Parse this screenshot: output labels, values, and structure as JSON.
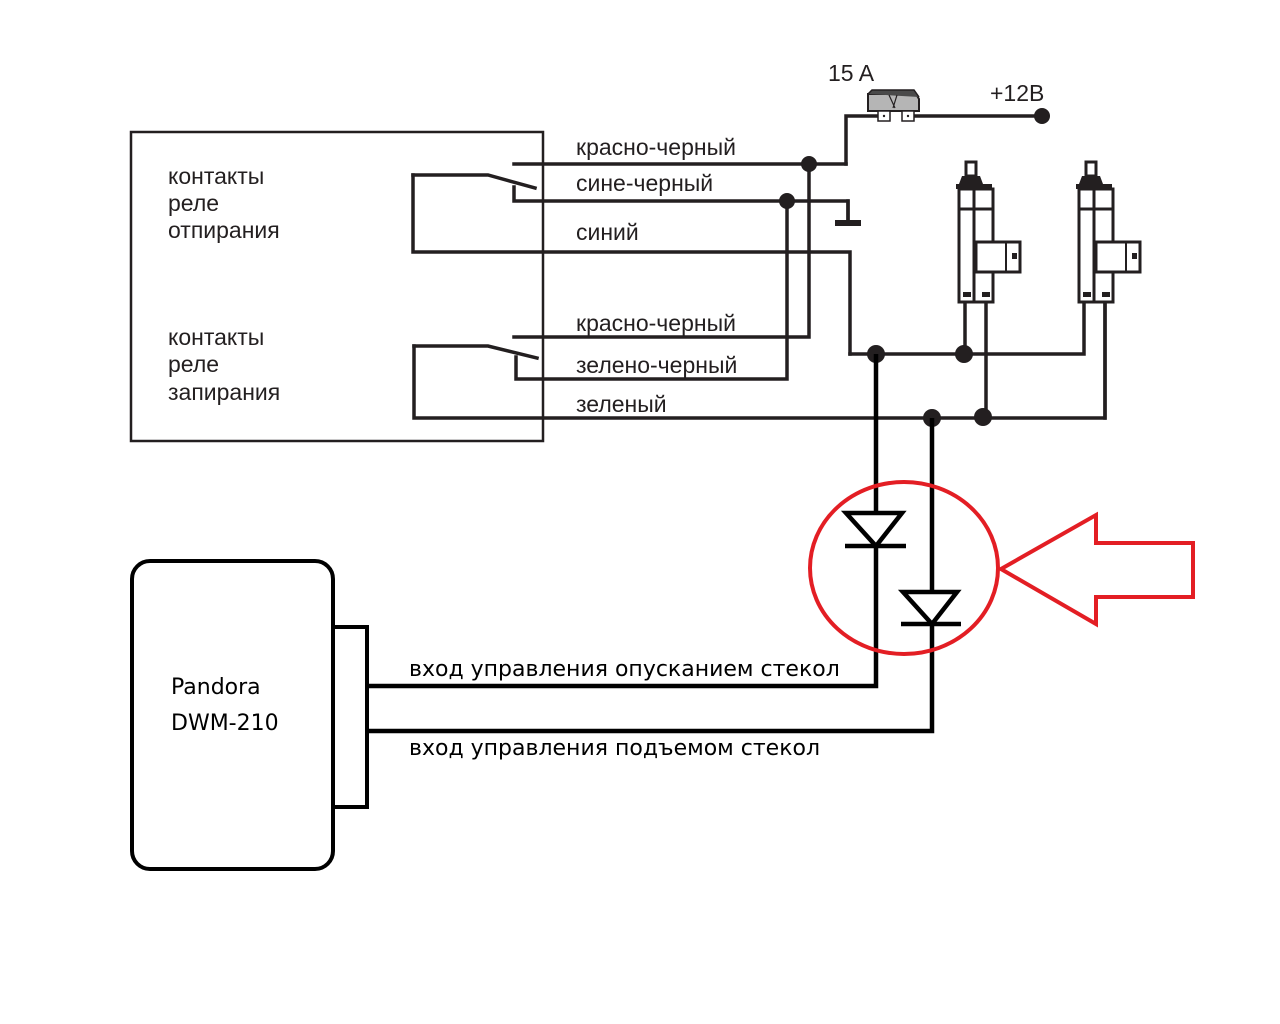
{
  "power": {
    "fuse_label": "15 A",
    "supply_label": "+12В"
  },
  "relay_block": {
    "unlock_label": [
      "контакты",
      "реле",
      "отпирания"
    ],
    "lock_label": [
      "контакты",
      "реле",
      "запирания"
    ]
  },
  "wires": {
    "unlock": [
      "красно-черный",
      "сине-черный",
      "синий"
    ],
    "lock": [
      "красно-черный",
      "зелено-черный",
      "зеленый"
    ]
  },
  "module": {
    "name_line1": "Pandora",
    "name_line2": "DWM-210",
    "input_down": "вход управления опусканием стекол",
    "input_up": "вход управления подъемом стекол"
  },
  "highlight": {
    "color": "#e31e24",
    "target": "diodes"
  },
  "icons": {
    "fuse": "fuse-icon",
    "ground": "ground-icon",
    "actuator": "door-lock-actuator-icon",
    "diode": "diode-icon",
    "arrow": "arrow-left-icon"
  }
}
